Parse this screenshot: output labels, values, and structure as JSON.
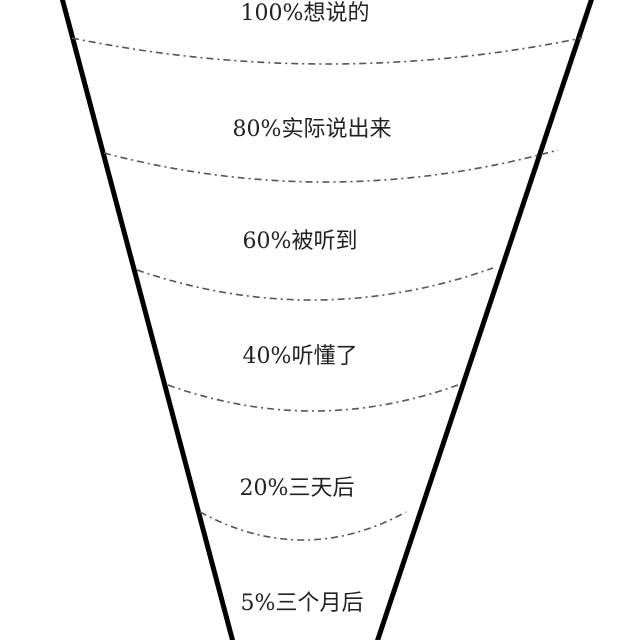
{
  "diagram": {
    "type": "inverted-funnel",
    "line_color": "#000000",
    "divider_color": "#555555",
    "levels": [
      {
        "percent": 100,
        "label": "100%想说的"
      },
      {
        "percent": 80,
        "label": "80%实际说出来"
      },
      {
        "percent": 60,
        "label": "60%被听到"
      },
      {
        "percent": 40,
        "label": "40%听懂了"
      },
      {
        "percent": 20,
        "label": "20%三天后"
      },
      {
        "percent": 5,
        "label": "5%三个月后"
      }
    ]
  }
}
